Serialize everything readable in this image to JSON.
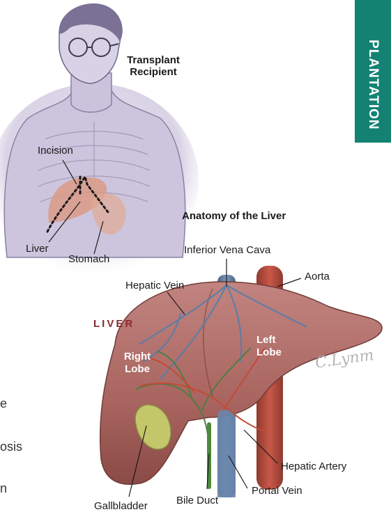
{
  "section_tab": "PLANTATION",
  "labels": {
    "transplant_recipient_line1": "Transplant",
    "transplant_recipient_line2": "Recipient",
    "incision": "Incision",
    "liver_small": "Liver",
    "stomach": "Stomach",
    "anatomy_title": "Anatomy of the Liver",
    "inferior_vena_cava": "Inferior Vena Cava",
    "aorta": "Aorta",
    "hepatic_vein": "Hepatic Vein",
    "liver_heading": "LIVER",
    "right_lobe_line1": "Right",
    "right_lobe_line2": "Lobe",
    "left_lobe_line1": "Left",
    "left_lobe_line2": "Lobe",
    "hepatic_artery": "Hepatic Artery",
    "portal_vein": "Portal Vein",
    "bile_duct": "Bile Duct",
    "gallbladder": "Gallbladder"
  },
  "signature": "C.Lynm",
  "cut_text_fragments": [
    "e",
    "osis",
    "n"
  ],
  "colors": {
    "tab": "#138273",
    "liver_heading": "#8b2a2e",
    "liver": "#a8645f",
    "body_tint": "#cbc3dc"
  }
}
